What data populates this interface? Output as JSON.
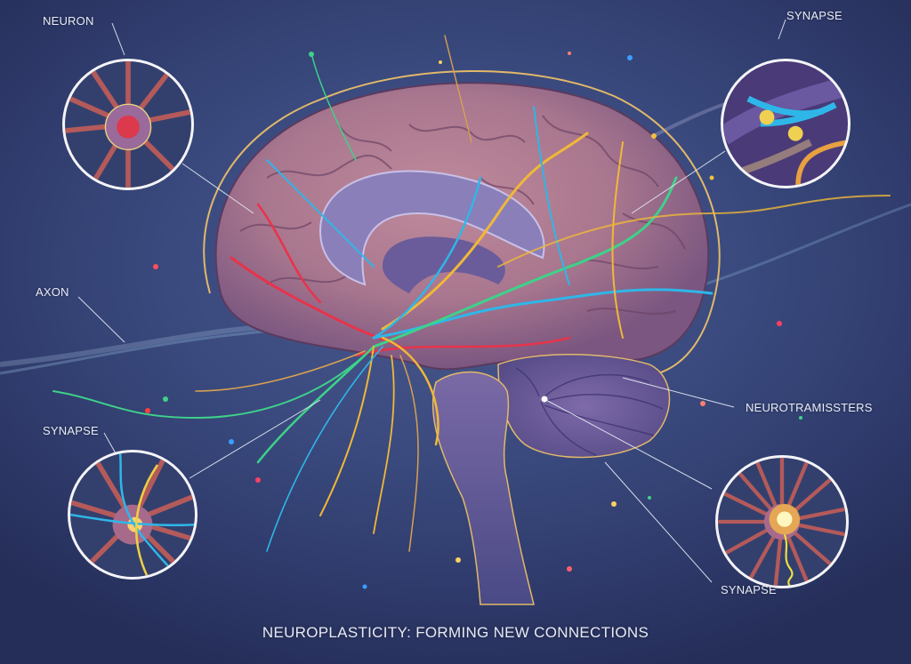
{
  "title": "NEUROPLASTICITY: FORMING NEW CONNECTIONS",
  "labels": {
    "neuron": "NEURON",
    "synapse_top_right": "SYNAPSE",
    "axon": "AXON",
    "synapse_left": "SYNAPSE",
    "neurotransmitters": "NEUROTRAMISSTERS",
    "synapse_bottom_right": "SYNAPSE"
  },
  "colors": {
    "background": "#3a4a7e",
    "brain": "#a8768e",
    "brain_dark": "#6e4d78",
    "inner_structure": "#8a7fb8",
    "pathway_red": "#e8334a",
    "pathway_blue": "#2fb6e8",
    "pathway_yellow": "#f0b838",
    "pathway_green": "#3ed28a",
    "outline_gold": "#e2b86a",
    "label_text": "#e8ecf6"
  },
  "insets": [
    {
      "name": "neuron",
      "shows": "neuron cell body with dendrites"
    },
    {
      "name": "synapse-top-right",
      "shows": "synaptic terminals close-up"
    },
    {
      "name": "synapse-left",
      "shows": "neuron with blue and yellow fibers"
    },
    {
      "name": "synapse-bottom-right",
      "shows": "firing neuron with radiating dendrites"
    }
  ]
}
